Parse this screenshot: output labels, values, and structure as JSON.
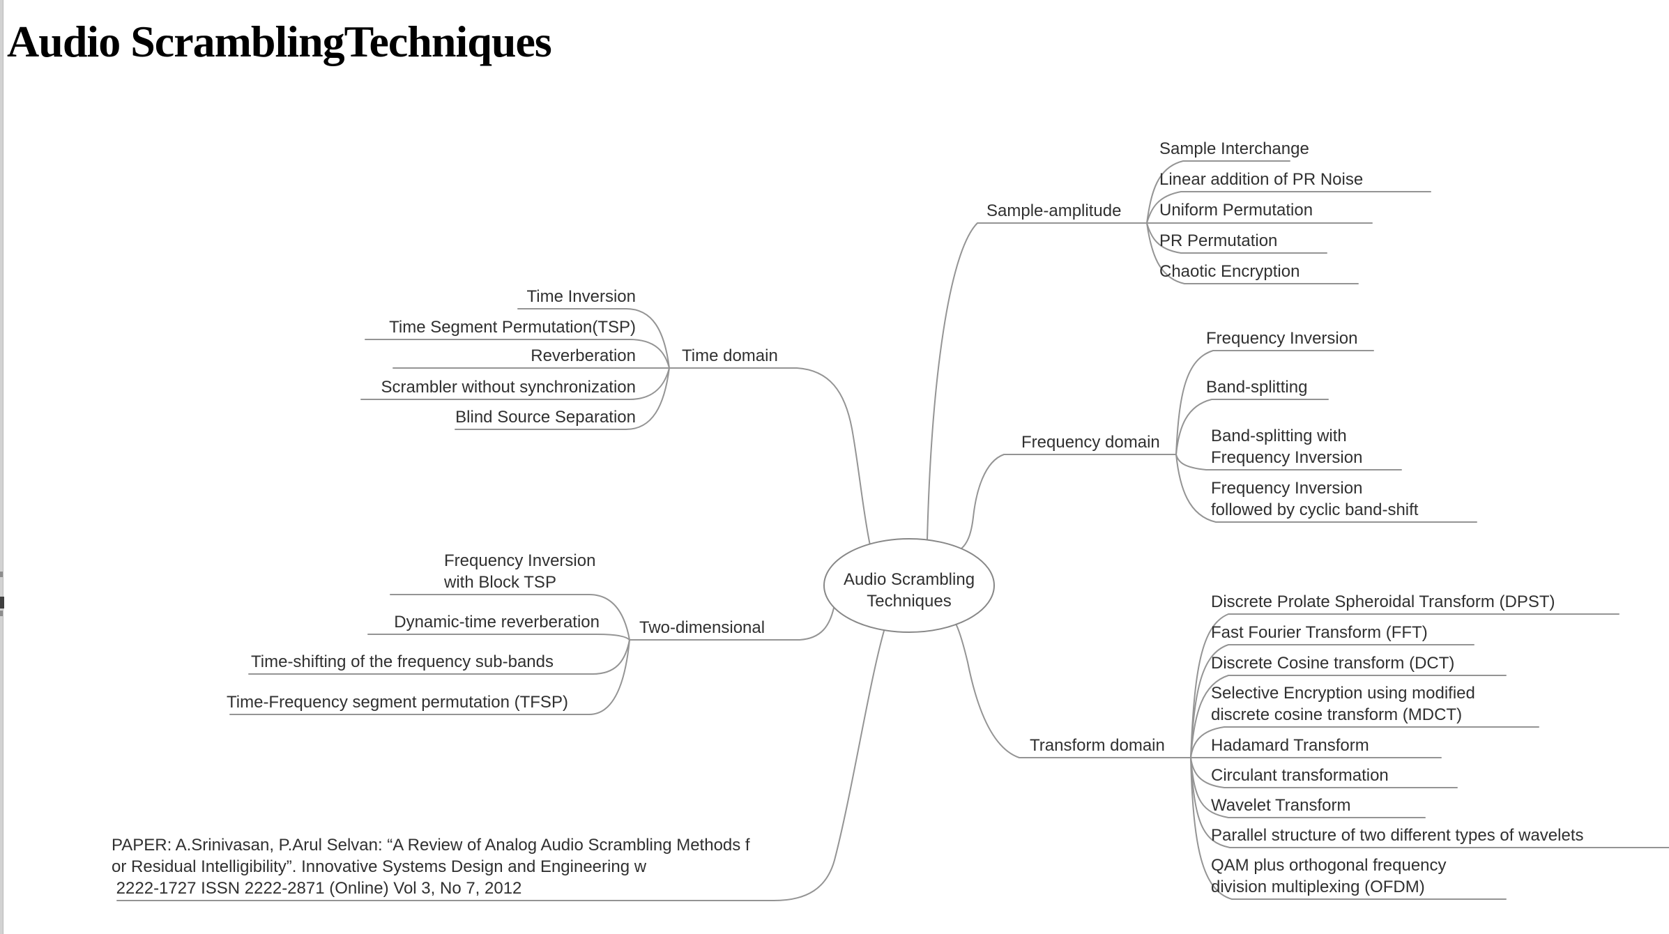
{
  "title": "Audio ScramblingTechniques",
  "root_label": "Audio Scrambling\nTechniques",
  "colors": {
    "edge": "#949494",
    "text": "#303030",
    "title": "#000000",
    "background": "#ffffff"
  },
  "branches": {
    "time_domain": {
      "label": "Time domain",
      "children": [
        "Time Inversion",
        "Time Segment Permutation(TSP)",
        "Reverberation",
        "Scrambler without synchronization",
        "Blind Source Separation"
      ]
    },
    "sample_amplitude": {
      "label": "Sample-amplitude",
      "children": [
        "Sample Interchange",
        "Linear addition of PR Noise",
        "Uniform Permutation",
        "PR Permutation",
        "Chaotic Encryption"
      ]
    },
    "frequency_domain": {
      "label": "Frequency domain",
      "children": [
        "Frequency Inversion",
        "Band-splitting",
        "Band-splitting with\nFrequency Inversion",
        "Frequency Inversion\nfollowed by cyclic band-shift"
      ]
    },
    "transform_domain": {
      "label": "Transform domain",
      "children": [
        "Discrete Prolate Spheroidal Transform (DPST)",
        "Fast Fourier Transform (FFT)",
        "Discrete Cosine transform (DCT)",
        "Selective Encryption using modified\ndiscrete cosine transform (MDCT)",
        "Hadamard Transform",
        "Circulant transformation",
        "Wavelet Transform",
        "Parallel structure of two different types of wavelets",
        "QAM plus orthogonal frequency\ndivision multiplexing (OFDM)"
      ]
    },
    "two_dimensional": {
      "label": "Two-dimensional",
      "children": [
        "Frequency Inversion\nwith Block TSP",
        "Dynamic-time reverberation",
        "Time-shifting of the frequency sub-bands",
        "Time-Frequency segment permutation (TFSP)"
      ]
    },
    "paper": {
      "label": "PAPER: A.Srinivasan, P.Arul Selvan: “A Review of Analog Audio Scrambling Methods f\nor Residual Intelligibility”. Innovative Systems Design and Engineering w\n 2222-1727 ISSN 2222-2871 (Online) Vol 3, No 7, 2012"
    }
  }
}
